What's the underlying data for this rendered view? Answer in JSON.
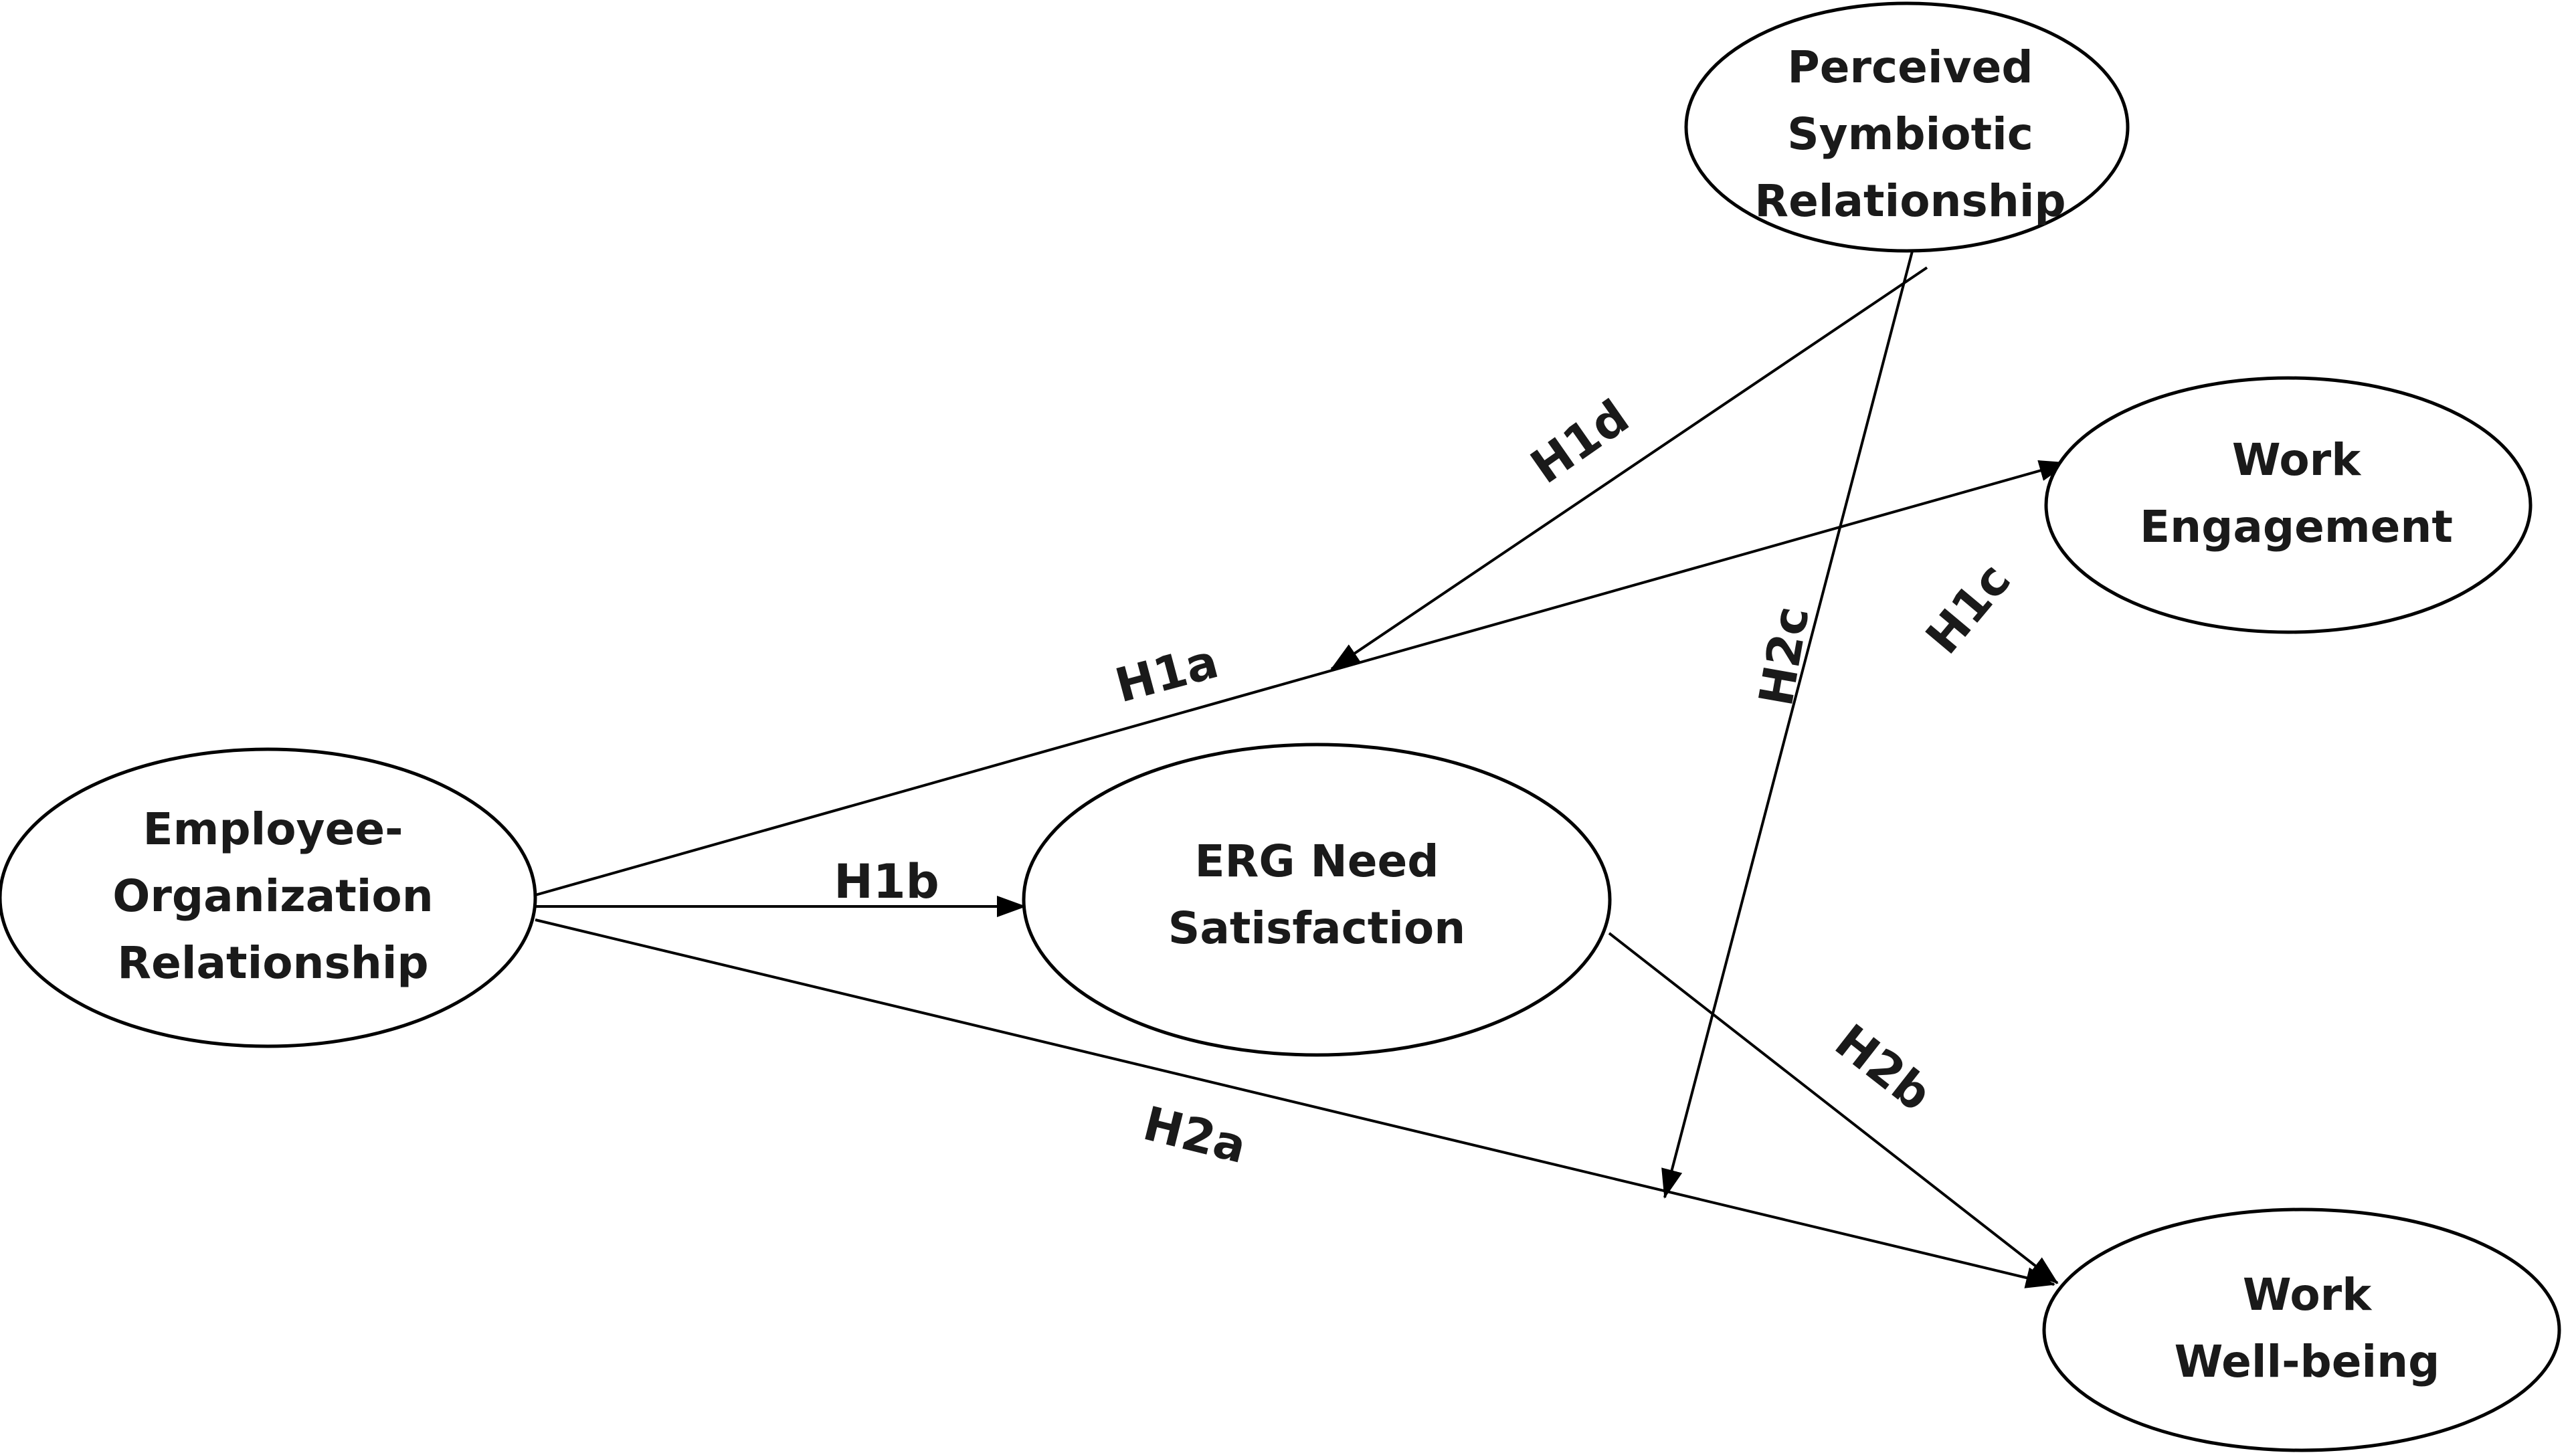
{
  "nodes": {
    "perceived_symbiotic": {
      "lines": [
        "Perceived",
        "Symbiotic",
        "Relationship"
      ]
    },
    "work_engagement": {
      "lines": [
        "Work",
        "Engagement"
      ]
    },
    "employee_organization": {
      "lines": [
        "Employee-",
        "Organization",
        "Relationship"
      ]
    },
    "erg_need": {
      "lines": [
        "ERG Need",
        "Satisfaction"
      ]
    },
    "work_wellbeing": {
      "lines": [
        "Work",
        "Well-being"
      ]
    }
  },
  "hypotheses": {
    "h1a": "H1a",
    "h1b": "H1b",
    "h1c": "H1c",
    "h1d": "H1d",
    "h2a": "H2a",
    "h2b": "H2b",
    "h2c": "H2c"
  }
}
